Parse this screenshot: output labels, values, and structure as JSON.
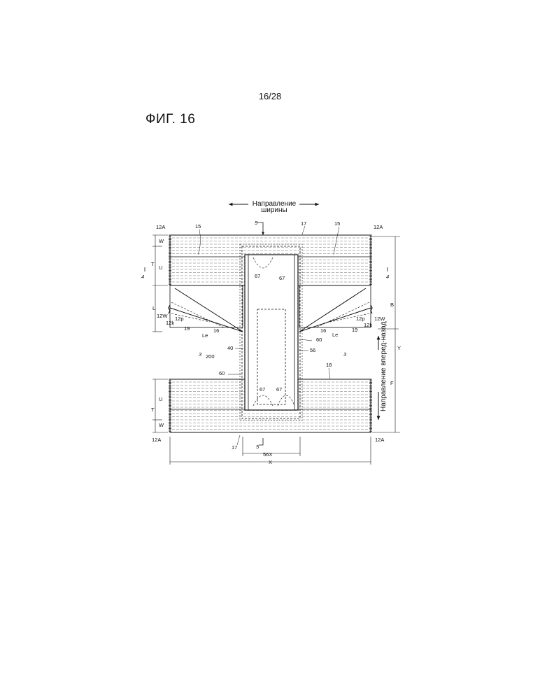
{
  "header": {
    "page_number": "16/28",
    "figure_title": "ФИГ. 16"
  },
  "directions": {
    "width_line1": "Направление",
    "width_line2": "ширины",
    "longitudinal": "Направление вперед-назад"
  },
  "labels": {
    "l12A": "12A",
    "l15": "15",
    "l17": "17",
    "l18": "18",
    "l5": "5",
    "l4": "4",
    "l3": "3",
    "W": "W",
    "T": "T",
    "U": "U",
    "L": "L",
    "B": "B",
    "Y": "Y",
    "F": "F",
    "X": "X",
    "l56X": "56X",
    "l56": "56",
    "l60": "60",
    "l40": "40",
    "l200": "200",
    "l67": "67",
    "l12W": "12W",
    "l12p": "12p",
    "l12k": "12k",
    "l19": "19",
    "l16": "16",
    "Le": "Le"
  }
}
